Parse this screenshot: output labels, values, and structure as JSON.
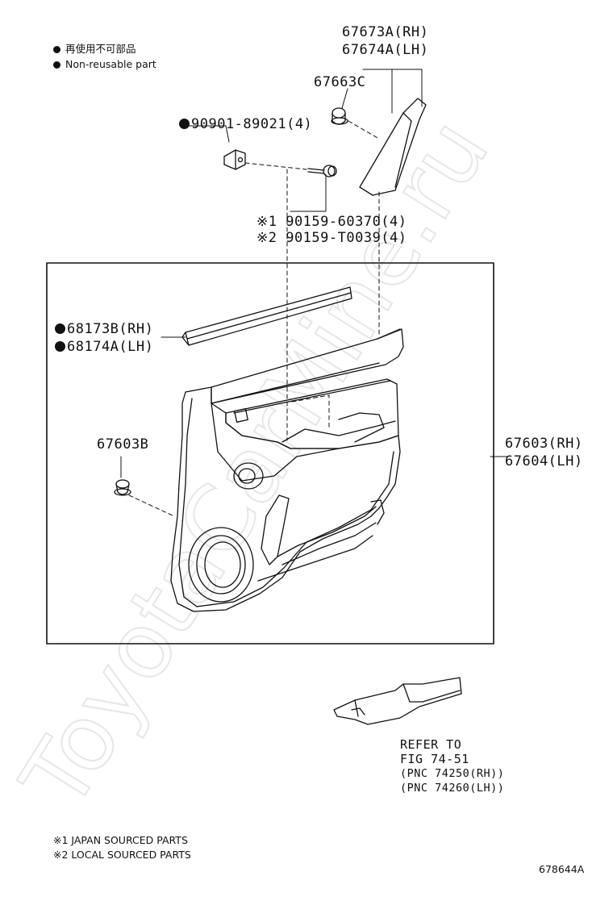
{
  "legend": {
    "line1": "再使用不可部品",
    "line2": "Non-reusable part"
  },
  "parts": {
    "p67673": "67673A(RH)",
    "p67674": "67674A(LH)",
    "p67663": "67663C",
    "p90901": "90901-89021(4)",
    "p90159a": "※1 90159-60370(4)",
    "p90159b": "※2 90159-T0039(4)",
    "p68173": "68173B(RH)",
    "p68174": "68174A(LH)",
    "p67603b": "67603B",
    "p67603rh": "67603(RH)",
    "p67604lh": "67604(LH)"
  },
  "refer": {
    "line1": "REFER TO",
    "line2": "FIG 74-51",
    "pnc1": "(PNC 74250(RH))",
    "pnc2": "(PNC 74260(LH))"
  },
  "footnotes": {
    "n1": "※1 JAPAN SOURCED PARTS",
    "n2": "※2 LOCAL SOURCED PARTS"
  },
  "figure_code": "678644A",
  "watermark": "ToyotaCarMine.ru"
}
